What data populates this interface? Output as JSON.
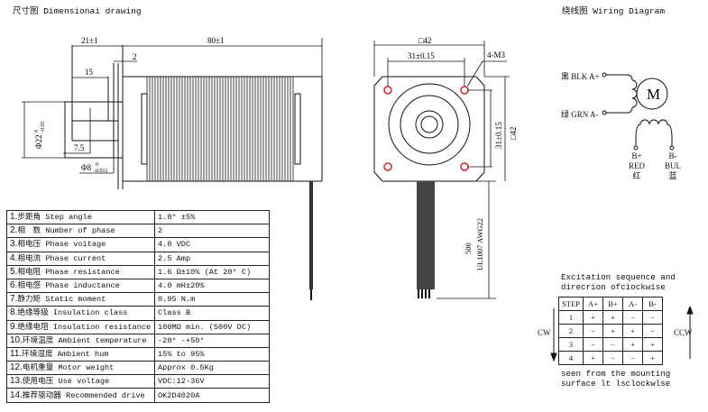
{
  "headers": {
    "dimensional": "尺寸图 Dimensionai drawing",
    "wiring": "绕线图 Wiring Diagram"
  },
  "side_view": {
    "dim_total_length": "80±1",
    "dim_shaft_length": "21±1",
    "dim_flange": "2",
    "dim_flat_length": "15",
    "dim_flat_depth": "7.5",
    "dim_boss_diameter": "Φ22",
    "dim_boss_tol_upper": "0",
    "dim_boss_tol_lower": "-0.05",
    "dim_shaft_diameter": "Φ8",
    "dim_shaft_tol_upper": "0",
    "dim_shaft_tol_lower": "-0.012"
  },
  "front_view": {
    "dim_width": "□42",
    "dim_hole_spacing_h": "31±0.15",
    "dim_hole_spacing_v": "31±0.15",
    "dim_height": "□42",
    "hole_callout": "4-M3",
    "lead_length": "500",
    "lead_spec": "UL1007 AWG22",
    "hole_color": "#c0282d"
  },
  "specs": [
    {
      "num": "1.",
      "label": "步距角 Step angle",
      "value": "1.8° ±5%"
    },
    {
      "num": "2.",
      "label": "相　数 Number of phase",
      "value": "2"
    },
    {
      "num": "3.",
      "label": "相电压 Phase voitage",
      "value": "4.0 VDC"
    },
    {
      "num": "4.",
      "label": "相电流 Phase current",
      "value": "2.5 Amp"
    },
    {
      "num": "5.",
      "label": "相电阻 Phase resistance",
      "value": "1.6 Ω±10% (At 20° C)"
    },
    {
      "num": "6.",
      "label": "相电感 Phase inductance",
      "value": "4.0 mH±20%"
    },
    {
      "num": "7.",
      "label": "静力矩 Static moment",
      "value": "0.95 N.m"
    },
    {
      "num": "8.",
      "label": "绝缘等级 Insulation class",
      "value": "Class B"
    },
    {
      "num": "9.",
      "label": "绝缘电阻 Insulation resistance",
      "value": "100MΩ min. (500V DC)"
    },
    {
      "num": "10.",
      "label": "环境温度 Ambient temperature",
      "value": "-20° -+50°"
    },
    {
      "num": "11.",
      "label": "环境湿度 Ambient hum",
      "value": "15% to 95%"
    },
    {
      "num": "12.",
      "label": "电机重量 Motor weight",
      "value": "Approx 0.5Kg"
    },
    {
      "num": "13.",
      "label": "使用电压 Use voltage",
      "value": "VDC:12-36V"
    },
    {
      "num": "14.",
      "label": "推荐驱动器 Recommended drive",
      "value": "OK2D4020A"
    }
  ],
  "wiring": {
    "a_plus": "黑 BLK A+",
    "a_minus": "绿 GRN A-",
    "motor_symbol": "M",
    "b_plus": [
      "B+",
      "RED",
      "红"
    ],
    "b_minus": [
      "B-",
      "BUL",
      "蓝"
    ]
  },
  "excitation": {
    "title_line1": "Excitation sequence and",
    "title_line2": "direcrion ofciockwise",
    "headers": [
      "STEP",
      "A+",
      "B+",
      "A-",
      "B-"
    ],
    "rows": [
      [
        "1",
        "+",
        "+",
        "−",
        "−"
      ],
      [
        "2",
        "−",
        "+",
        "+",
        "−"
      ],
      [
        "3",
        "−",
        "−",
        "+",
        "+"
      ],
      [
        "4",
        "+",
        "−",
        "−",
        "+"
      ]
    ],
    "cw_label": "CW",
    "ccw_label": "CCW",
    "footer_line1": "seen from the mounting",
    "footer_line2": "surface lt lsclockwlse"
  }
}
